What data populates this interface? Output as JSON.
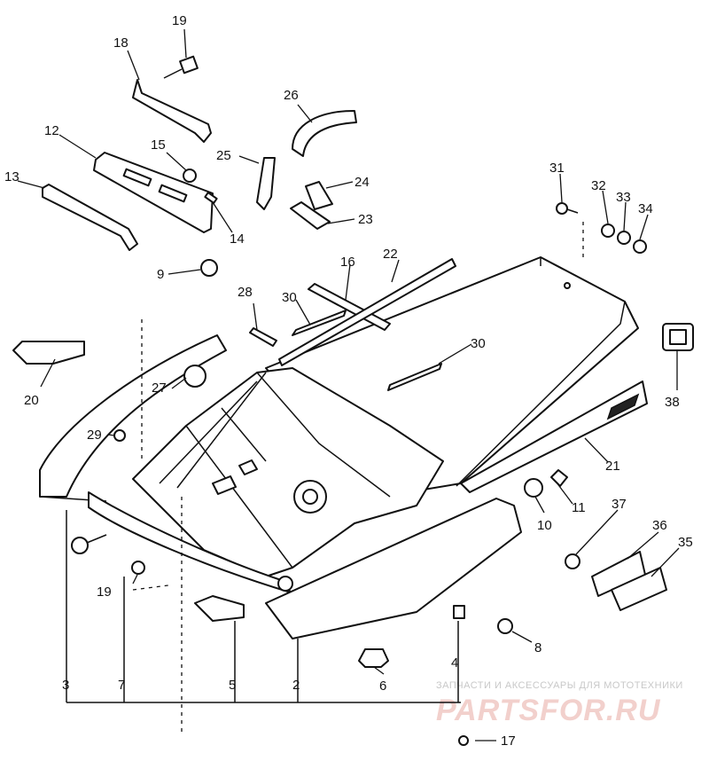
{
  "callouts": {
    "c2": "2",
    "c3": "3",
    "c4": "4",
    "c5": "5",
    "c6": "6",
    "c7": "7",
    "c8": "8",
    "c9": "9",
    "c10": "10",
    "c11": "11",
    "c12": "12",
    "c13": "13",
    "c14": "14",
    "c15": "15",
    "c16": "16",
    "c17": "17",
    "c18": "18",
    "c19a": "19",
    "c19b": "19",
    "c20": "20",
    "c21": "21",
    "c22": "22",
    "c23": "23",
    "c24": "24",
    "c25": "25",
    "c26": "26",
    "c27": "27",
    "c28": "28",
    "c29": "29",
    "c30a": "30",
    "c30b": "30",
    "c31": "31",
    "c32": "32",
    "c33": "33",
    "c34": "34",
    "c35": "35",
    "c36": "36",
    "c37": "37",
    "c38": "38"
  },
  "watermark": {
    "tagline": "ЗАПЧАСТИ И АКСЕССУАРЫ ДЛЯ МОТОТЕХНИКИ",
    "brand": "PARTSFOR.RU"
  }
}
